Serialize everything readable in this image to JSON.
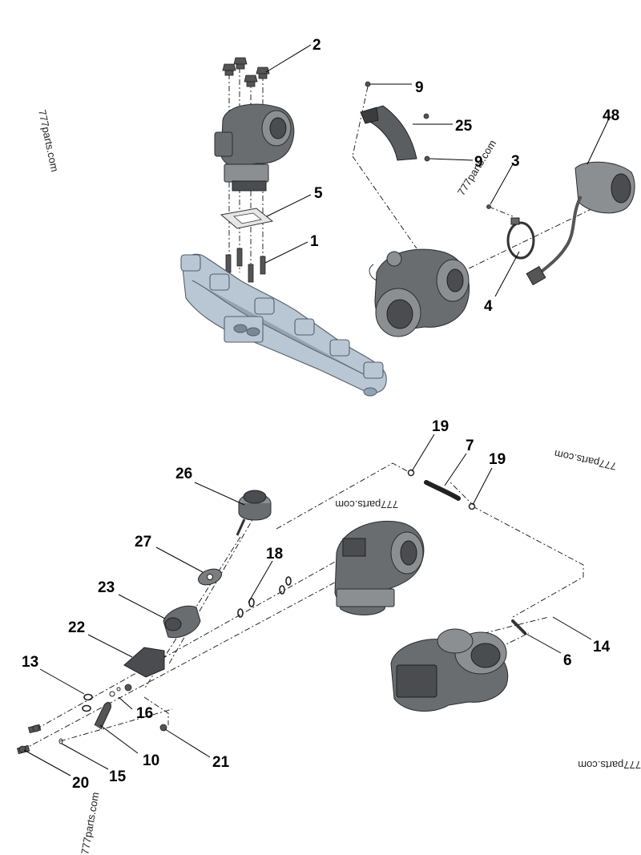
{
  "watermarks": {
    "w1": "777parts.com",
    "w2": "777parts.com",
    "w3": "777parts.com",
    "w4": "777parts.com",
    "w5": "777parts.com",
    "w6": "777parts.com"
  },
  "callouts": {
    "c2": "2",
    "c5": "5",
    "c1": "1",
    "c9a": "9",
    "c25": "25",
    "c9b": "9",
    "c3": "3",
    "c48": "48",
    "c4": "4",
    "c19a": "19",
    "c7": "7",
    "c19b": "19",
    "c26": "26",
    "c27": "27",
    "c18": "18",
    "c23": "23",
    "c22": "22",
    "c13": "13",
    "c16": "16",
    "c10": "10",
    "c21": "21",
    "c20": "20",
    "c15": "15",
    "c14": "14",
    "c6": "6"
  },
  "colors": {
    "manifold": "#b9c6d3",
    "castings": "#6a6d70",
    "background": "#ffffff"
  }
}
